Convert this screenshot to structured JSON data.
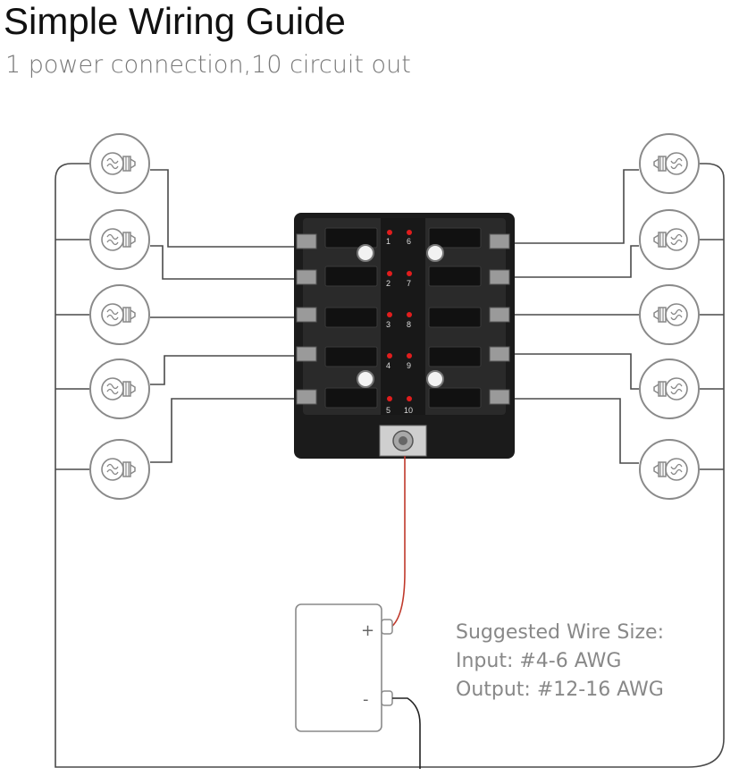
{
  "title": "Simple Wiring Guide",
  "subtitle": "1 power connection,10 circuit out",
  "fuse_numbers": [
    "1",
    "2",
    "3",
    "4",
    "5",
    "6",
    "7",
    "8",
    "9",
    "10"
  ],
  "battery": {
    "plus": "+",
    "minus": "-"
  },
  "wire_notes": {
    "heading": "Suggested Wire Size:",
    "input": "Input: #4-6 AWG",
    "output": "Output: #12-16 AWG"
  },
  "colors": {
    "wire": "#4a4a4a",
    "power_wire": "#c0392b",
    "fuse_block": "#1b1b1b",
    "led": "#e11d1d",
    "bulb": "#888888"
  },
  "icons": [
    "light-bulb-icon",
    "fuse-block",
    "battery",
    "power-stud"
  ]
}
